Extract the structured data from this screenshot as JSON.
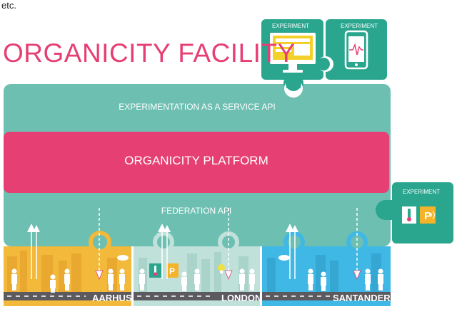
{
  "fragment_text": "etc.",
  "facility_title": "ORGANICITY FACILITY",
  "layers": {
    "service_api": "EXPERIMENTATION AS A SERVICE API",
    "platform": "ORGANICITY PLATFORM",
    "federation_api": "FEDERATION API"
  },
  "experiments": [
    {
      "label": "EXPERIMENT",
      "device": "desktop-monitor-icon"
    },
    {
      "label": "EXPERIMENT",
      "device": "smartphone-icon"
    },
    {
      "label": "EXPERIMENT",
      "device": "sensor-parking-icons"
    }
  ],
  "cities": [
    {
      "name": "AARHUS",
      "color": "#f2b93b"
    },
    {
      "name": "LONDON",
      "color": "#bfe1da"
    },
    {
      "name": "SANTANDER",
      "color": "#3fb8e5"
    }
  ],
  "colors": {
    "title": "#e63f73",
    "teal": "#6dbfb1",
    "dark_teal": "#2aa58e",
    "platform": "#e63f73",
    "road": "#5c5a5e",
    "yellow_accent": "#f0c419"
  }
}
